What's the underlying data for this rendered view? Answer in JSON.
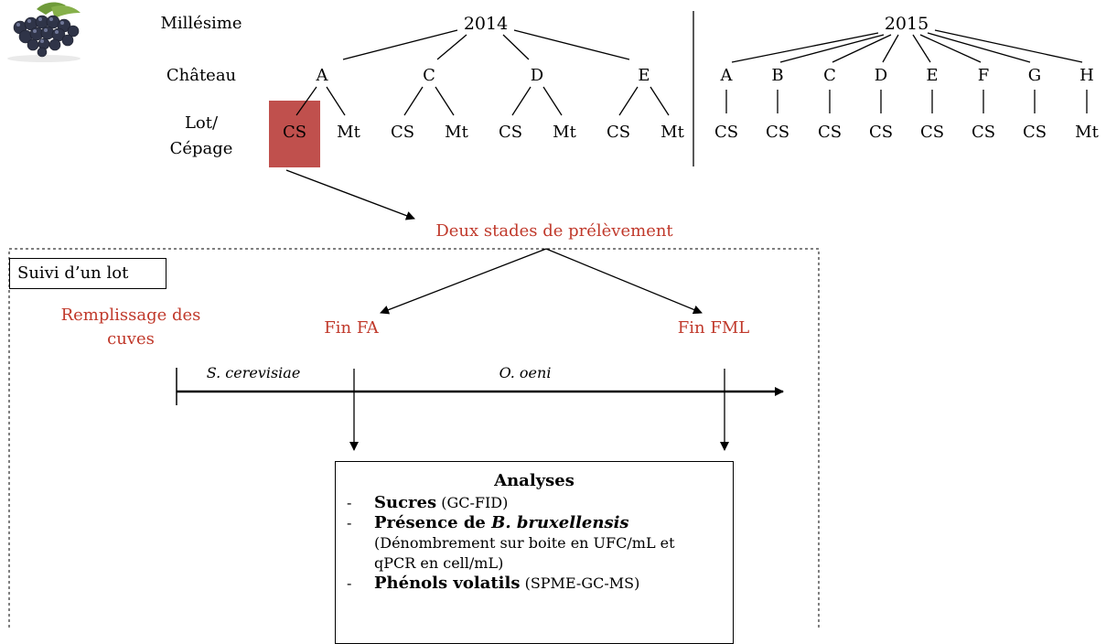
{
  "row_labels": {
    "millesime": "Millésime",
    "chateau": "Château",
    "lot_line1": "Lot/",
    "lot_line2": "Cépage"
  },
  "years": {
    "y2014": "2014",
    "y2015": "2015"
  },
  "chateaux_2014": [
    "A",
    "C",
    "D",
    "E"
  ],
  "lots_2014": [
    "CS",
    "Mt",
    "CS",
    "Mt",
    "CS",
    "Mt",
    "CS",
    "Mt"
  ],
  "chateaux_2015": [
    "A",
    "B",
    "C",
    "D",
    "E",
    "F",
    "G",
    "H"
  ],
  "lots_2015": [
    "CS",
    "CS",
    "CS",
    "CS",
    "CS",
    "CS",
    "CS",
    "Mt"
  ],
  "sampling": {
    "title": "Deux stades de prélèvement",
    "fin_fa": "Fin FA",
    "fin_fml": "Fin FML"
  },
  "suivi_label": "Suivi d’un lot",
  "remplissage_line1": "Remplissage des",
  "remplissage_line2": "cuves",
  "timeline": {
    "species1": "S. cerevisiae",
    "species2": "O. oeni"
  },
  "analyses": {
    "title": "Analyses",
    "sucres_bold": "Sucres",
    "sucres_detail": " (GC-FID)",
    "presence_bold": "Présence de ",
    "presence_species": "B. bruxellensis",
    "presence_detail_1": "(Dénombrement sur boite en UFC/mL et",
    "presence_detail_2": "qPCR en cell/mL)",
    "phenols_bold": "Phénols volatils",
    "phenols_detail": " (SPME-GC-MS)",
    "dash": "-"
  },
  "colors": {
    "highlight": "#c0504d",
    "red_text": "#c0392b",
    "line": "#000000"
  }
}
